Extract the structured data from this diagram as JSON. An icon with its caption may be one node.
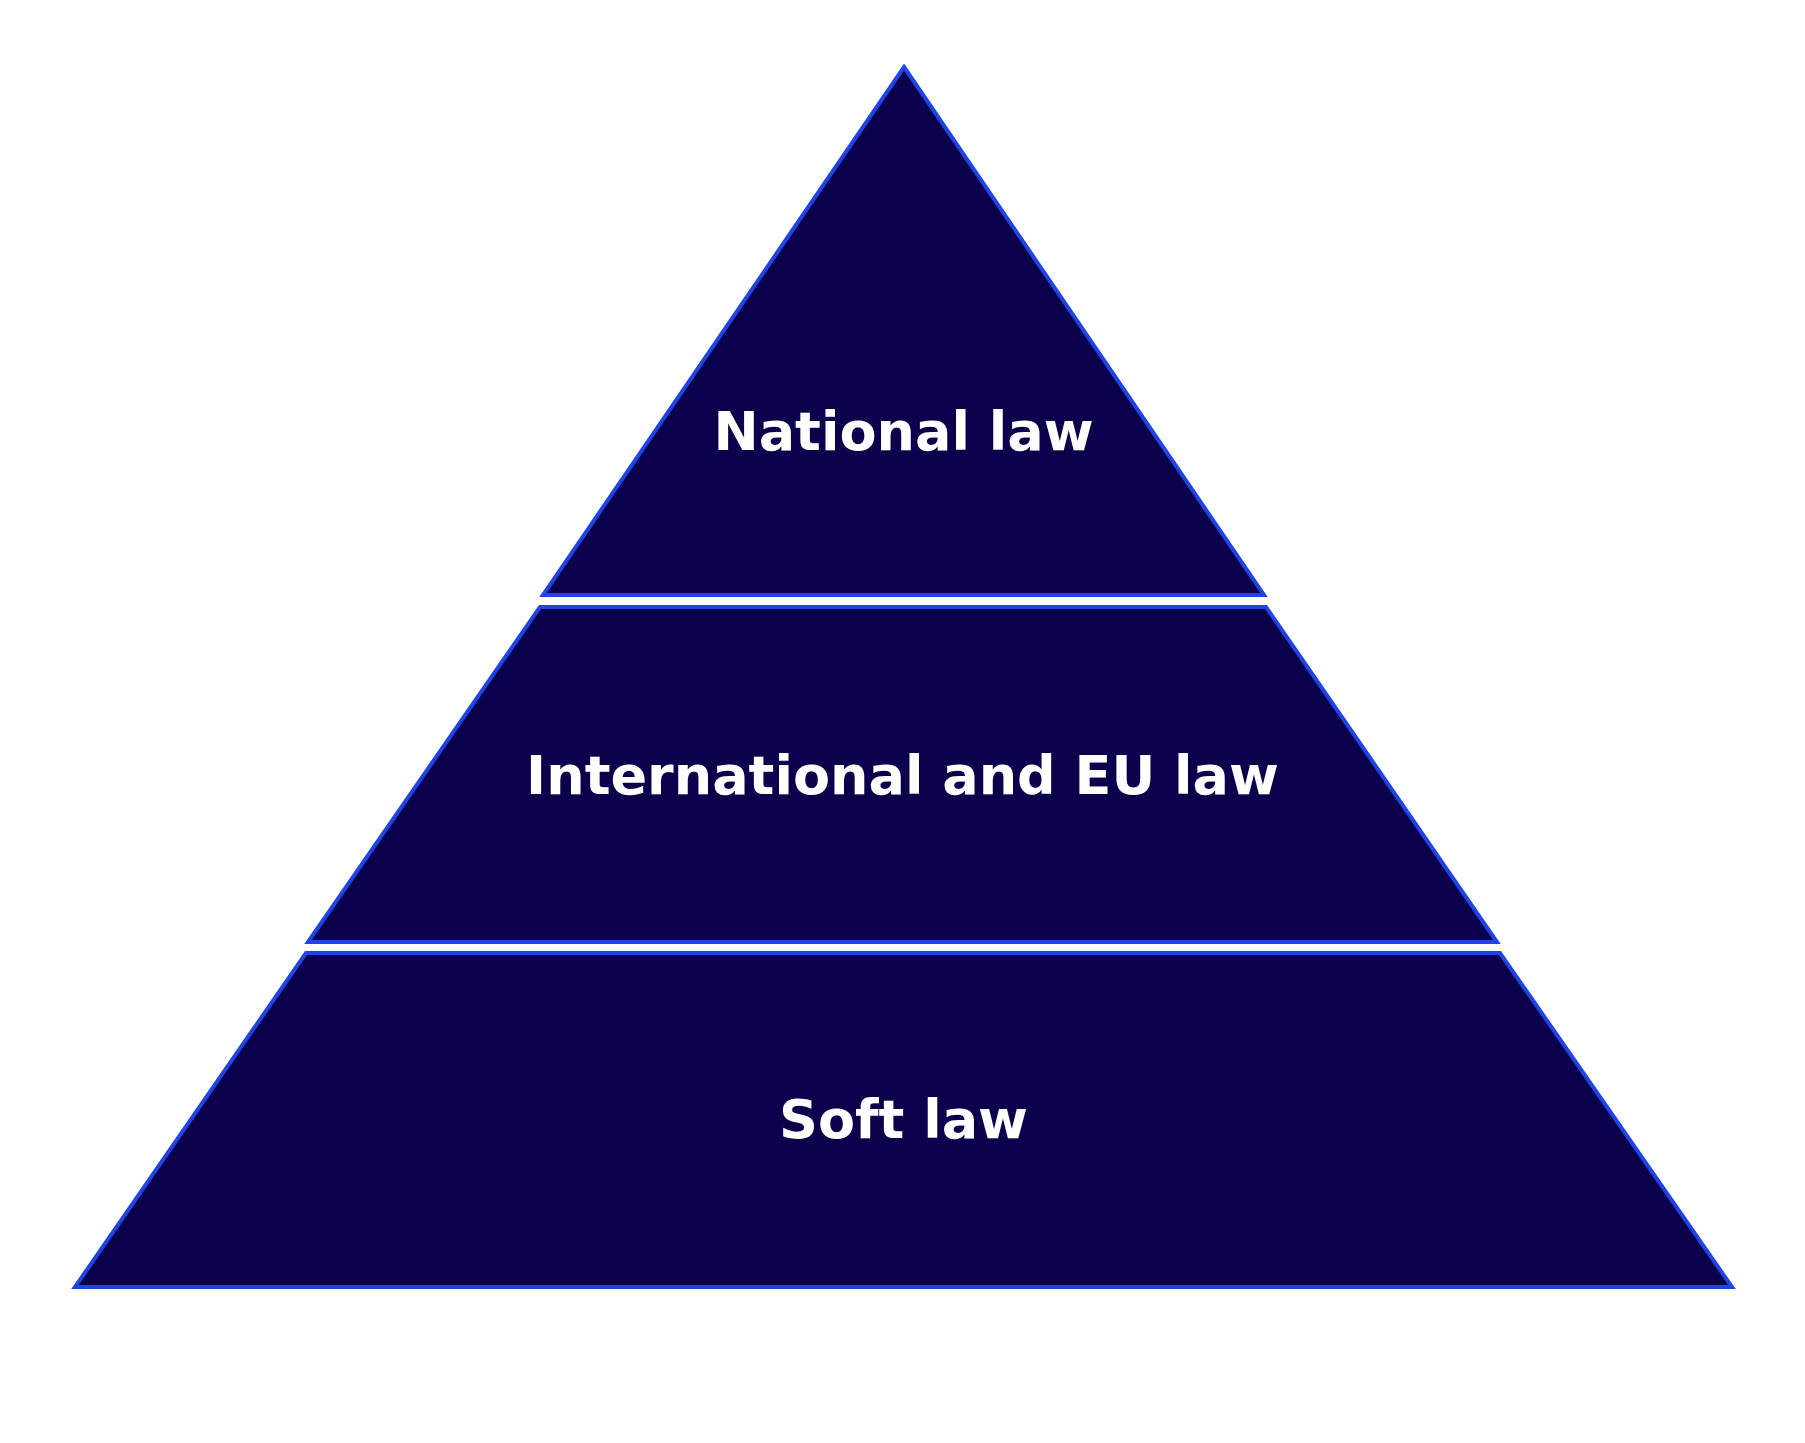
{
  "diagram": {
    "nodes": [
      {
        "text": [
          "National law"
        ]
      },
      {
        "text": [
          "International and EU law"
        ]
      },
      {
        "text": [
          "Soft law"
        ]
      }
    ]
  }
}
